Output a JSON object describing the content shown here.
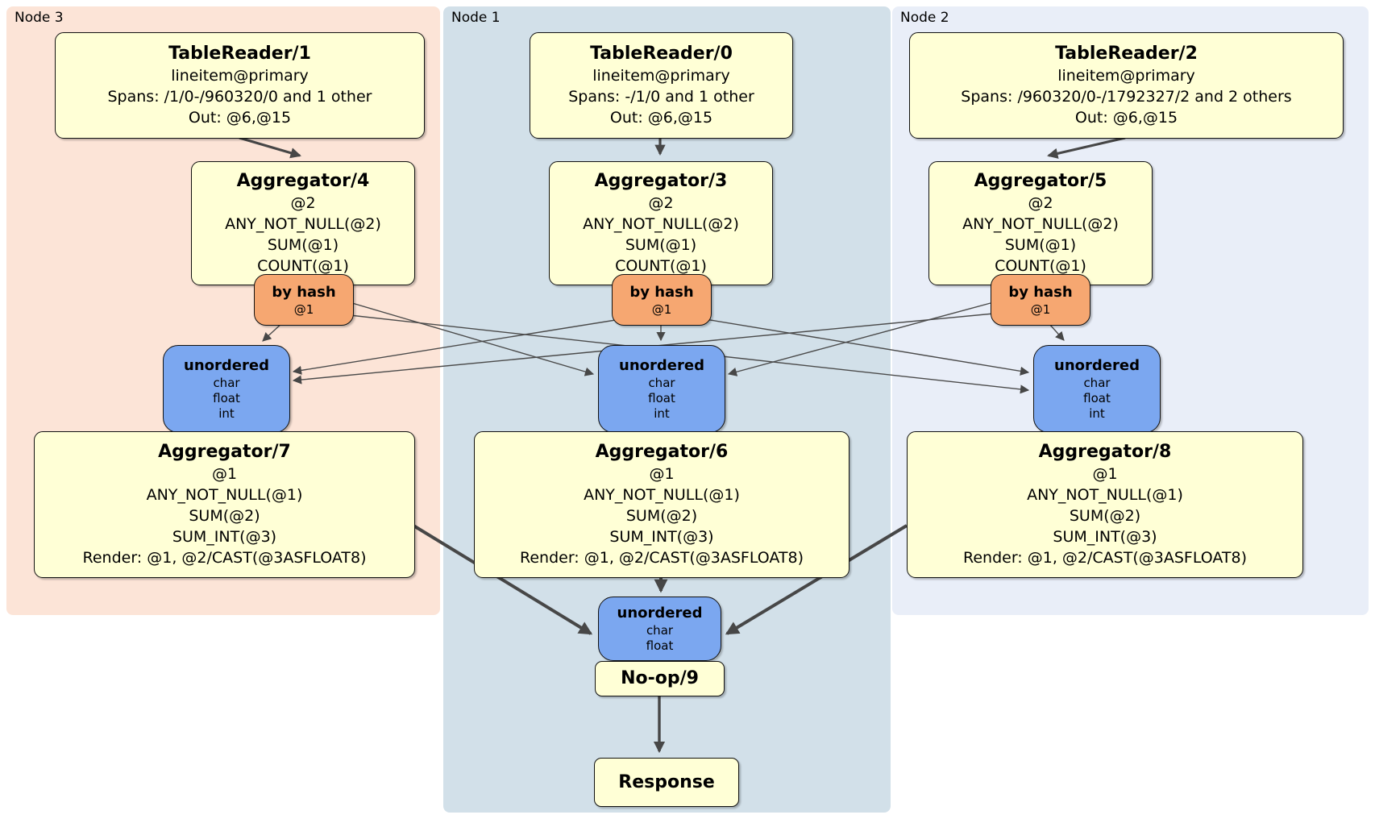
{
  "panels": {
    "node3": {
      "label": "Node 3"
    },
    "node1": {
      "label": "Node 1"
    },
    "node2": {
      "label": "Node 2"
    }
  },
  "nodes": {
    "tr1": {
      "title": "TableReader/1",
      "lines": [
        "lineitem@primary",
        "Spans: /1/0-/960320/0 and 1 other",
        "Out: @6,@15"
      ]
    },
    "tr0": {
      "title": "TableReader/0",
      "lines": [
        "lineitem@primary",
        "Spans: -/1/0 and 1 other",
        "Out: @6,@15"
      ]
    },
    "tr2": {
      "title": "TableReader/2",
      "lines": [
        "lineitem@primary",
        "Spans: /960320/0-/1792327/2 and 2 others",
        "Out: @6,@15"
      ]
    },
    "agg4": {
      "title": "Aggregator/4",
      "lines": [
        "@2",
        "ANY_NOT_NULL(@2)",
        "SUM(@1)",
        "COUNT(@1)"
      ]
    },
    "agg3": {
      "title": "Aggregator/3",
      "lines": [
        "@2",
        "ANY_NOT_NULL(@2)",
        "SUM(@1)",
        "COUNT(@1)"
      ]
    },
    "agg5": {
      "title": "Aggregator/5",
      "lines": [
        "@2",
        "ANY_NOT_NULL(@2)",
        "SUM(@1)",
        "COUNT(@1)"
      ]
    },
    "hash4": {
      "title": "by hash",
      "lines": [
        "@1"
      ]
    },
    "hash3": {
      "title": "by hash",
      "lines": [
        "@1"
      ]
    },
    "hash5": {
      "title": "by hash",
      "lines": [
        "@1"
      ]
    },
    "un3": {
      "title": "unordered",
      "lines": [
        "char",
        "float",
        "int"
      ]
    },
    "un1": {
      "title": "unordered",
      "lines": [
        "char",
        "float",
        "int"
      ]
    },
    "un2": {
      "title": "unordered",
      "lines": [
        "char",
        "float",
        "int"
      ]
    },
    "agg7": {
      "title": "Aggregator/7",
      "lines": [
        "@1",
        "ANY_NOT_NULL(@1)",
        "SUM(@2)",
        "SUM_INT(@3)",
        "Render: @1, @2/CAST(@3ASFLOAT8)"
      ]
    },
    "agg6": {
      "title": "Aggregator/6",
      "lines": [
        "@1",
        "ANY_NOT_NULL(@1)",
        "SUM(@2)",
        "SUM_INT(@3)",
        "Render: @1, @2/CAST(@3ASFLOAT8)"
      ]
    },
    "agg8": {
      "title": "Aggregator/8",
      "lines": [
        "@1",
        "ANY_NOT_NULL(@1)",
        "SUM(@2)",
        "SUM_INT(@3)",
        "Render: @1, @2/CAST(@3ASFLOAT8)"
      ]
    },
    "un_final": {
      "title": "unordered",
      "lines": [
        "char",
        "float"
      ]
    },
    "noop": {
      "title": "No-op/9"
    },
    "response": {
      "title": "Response"
    }
  },
  "colors": {
    "panel_node3_bg": "#FCE4D7",
    "panel_node1_bg": "#D2E0E9",
    "panel_node2_bg": "#E9EEF8",
    "processor_box_bg": "#FFFFD6",
    "hash_router_bg": "#F6A771",
    "stream_box_bg": "#7BA7F0",
    "edge_color": "#474747"
  }
}
